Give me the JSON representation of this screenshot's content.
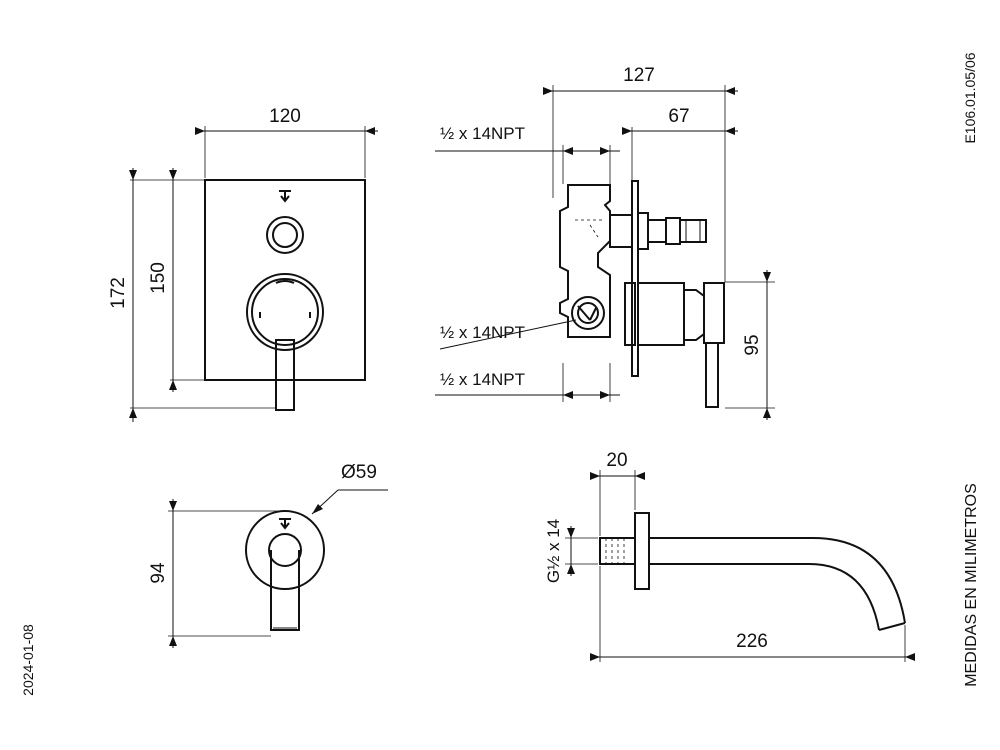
{
  "meta": {
    "code": "E106.01.05/06",
    "units": "MEDIDAS EN MILIMETROS",
    "date": "2024-01-08"
  },
  "front_view": {
    "width": "120",
    "total_height": "172",
    "plate_height": "150"
  },
  "side_view": {
    "depth_total": "127",
    "depth_front": "67",
    "lever_height": "95",
    "thread_top": "½ x 14NPT",
    "thread_mid": "½ x 14NPT",
    "thread_bottom": "½ x 14NPT"
  },
  "spout_front": {
    "height": "94",
    "diameter": "Ø59"
  },
  "spout_side": {
    "thread_length": "20",
    "thread": "G½ x 14",
    "reach": "226"
  }
}
